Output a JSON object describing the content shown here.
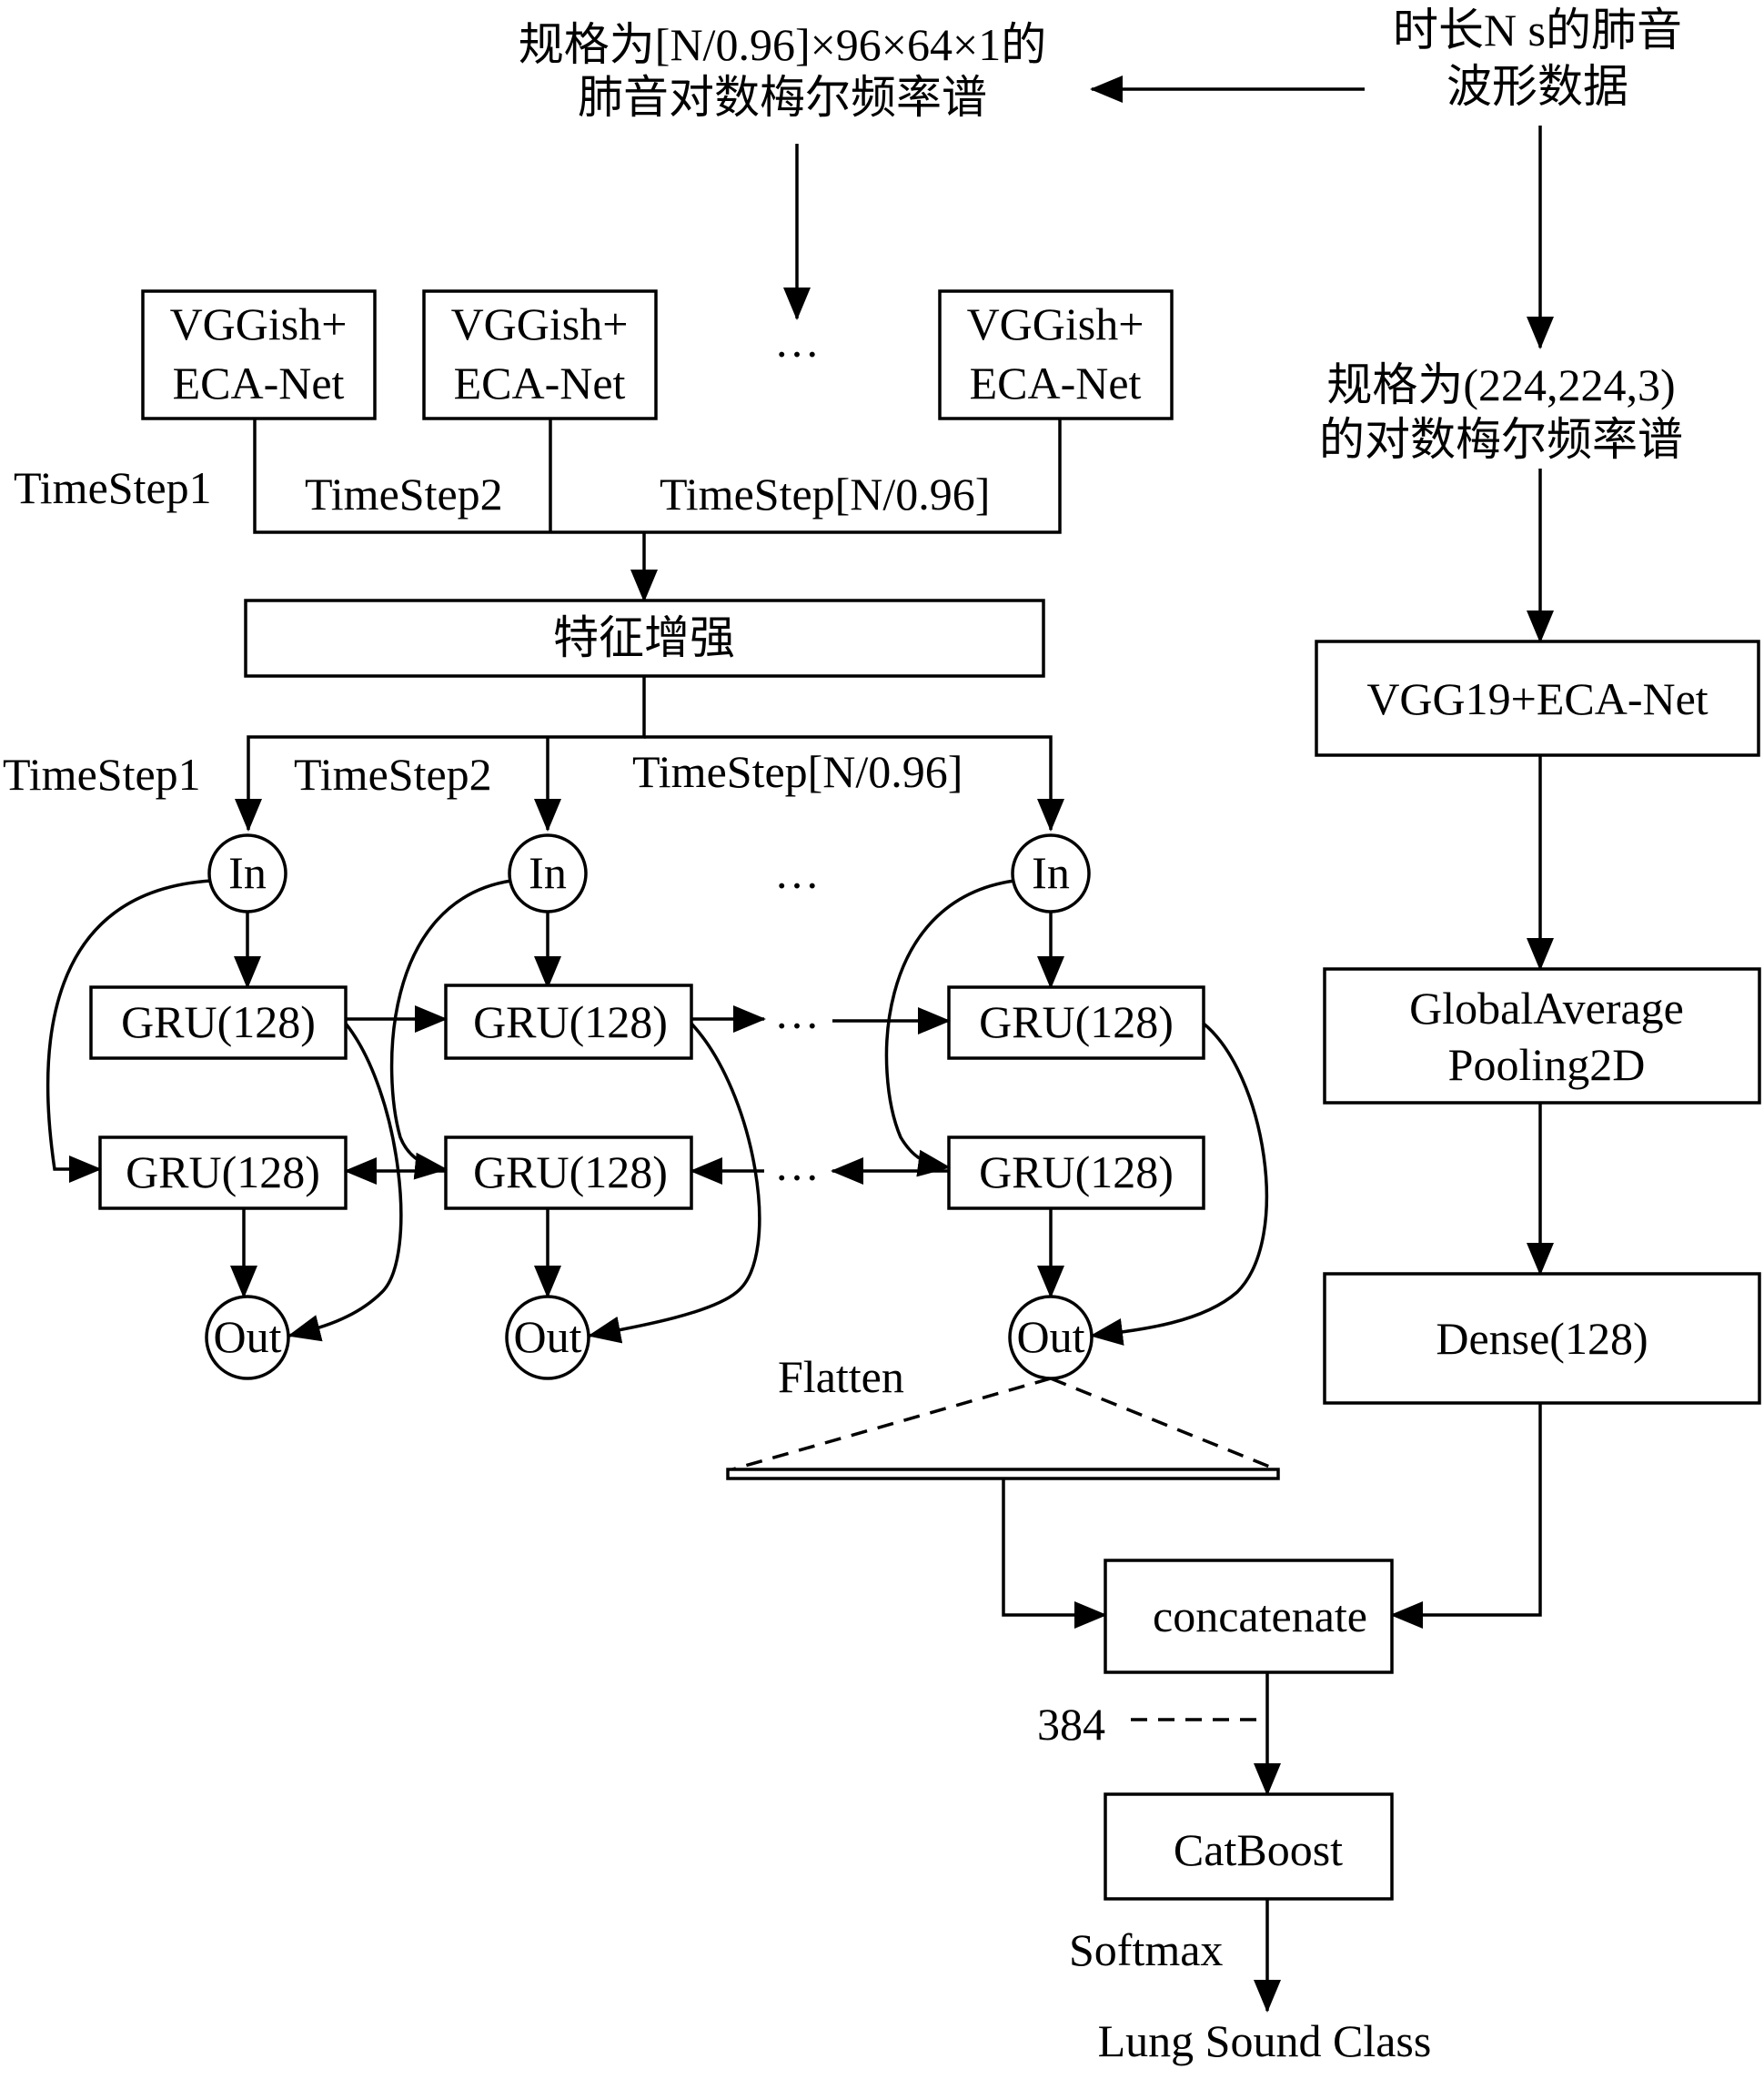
{
  "top": {
    "mel_spec_line1": "规格为[N/0.96]×96×64×1的",
    "mel_spec_line2": "肺音对数梅尔频率谱",
    "waveform_line1": "时长N s的肺音",
    "waveform_line2": "波形数据",
    "logmel_line1": "规格为(224,224,3)",
    "logmel_line2": "的对数梅尔频率谱"
  },
  "vggish": {
    "boxes": [
      {
        "line1": "VGGish+",
        "line2": "ECA-Net"
      },
      {
        "line1": "VGGish+",
        "line2": "ECA-Net"
      },
      {
        "line1": "VGGish+",
        "line2": "ECA-Net"
      }
    ],
    "ellipsis": "…",
    "timesteps": [
      "TimeStep1",
      "TimeStep2",
      "TimeStep[N/0.96]"
    ]
  },
  "feature_enhance": "特征增强",
  "bigru": {
    "timesteps": [
      "TimeStep1",
      "TimeStep2",
      "TimeStep[N/0.96]"
    ],
    "in_label": "In",
    "out_label": "Out",
    "gru_label": "GRU(128)",
    "ellipsis": "…"
  },
  "flatten": "Flatten",
  "right_branch": {
    "vgg19": "VGG19+ECA-Net",
    "gap_line1": "GlobalAverage",
    "gap_line2": "Pooling2D",
    "dense": "Dense(128)"
  },
  "concatenate": "concatenate",
  "dim_label": "384",
  "catboost": "CatBoost",
  "softmax": "Softmax",
  "output": "Lung Sound Class"
}
